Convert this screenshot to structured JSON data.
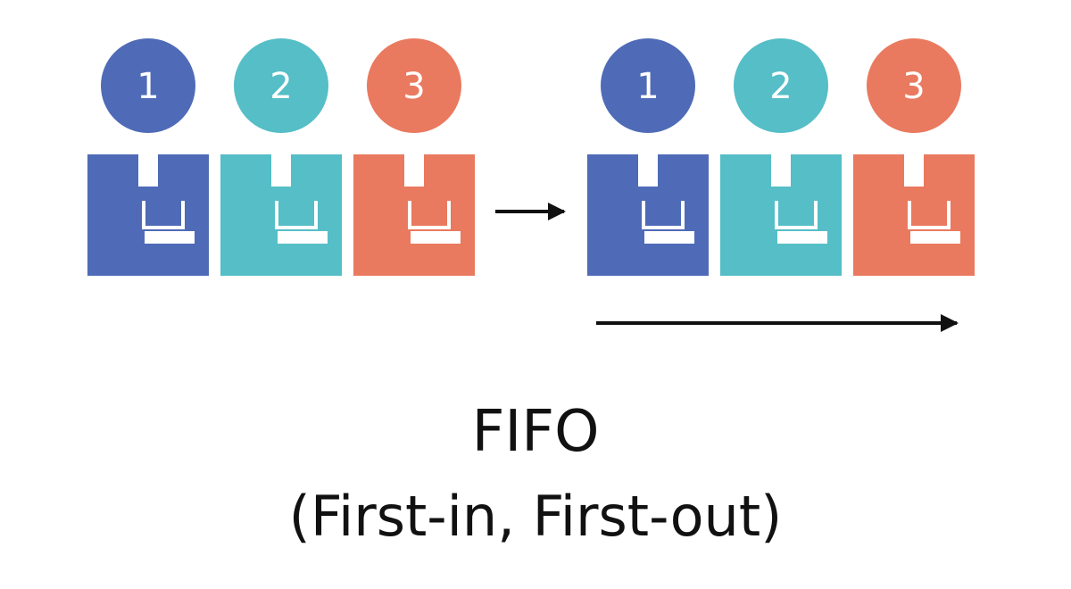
{
  "title": "FIFO",
  "subtitle": "(First-in, First-out)",
  "colors": {
    "blue": "#4F6BB7",
    "teal": "#55BEC7",
    "orange": "#E97A5F",
    "arrow": "#111111"
  },
  "groups": [
    {
      "items": [
        {
          "number": "1",
          "color": "blue"
        },
        {
          "number": "2",
          "color": "teal"
        },
        {
          "number": "3",
          "color": "orange"
        }
      ]
    },
    {
      "items": [
        {
          "number": "1",
          "color": "blue"
        },
        {
          "number": "2",
          "color": "teal"
        },
        {
          "number": "3",
          "color": "orange"
        }
      ]
    }
  ],
  "icons": {
    "box": "package-box-icon",
    "arrow": "arrow-right-icon"
  }
}
